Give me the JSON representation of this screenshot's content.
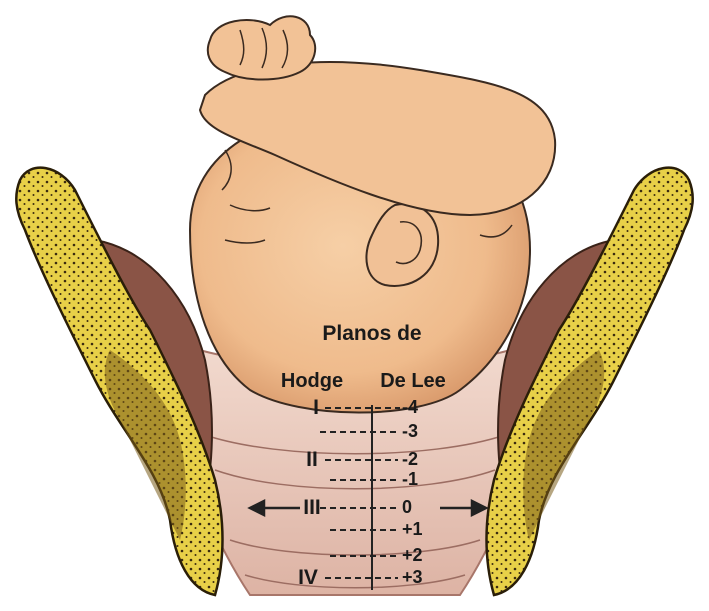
{
  "diagram": {
    "title": "Planos de",
    "left_header": "Hodge",
    "right_header": "De Lee",
    "hodge_planes": [
      "I",
      "II",
      "III",
      "IV"
    ],
    "delee_stations": [
      "-4",
      "-3",
      "-2",
      "-1",
      "0",
      "+1",
      "+2",
      "+3"
    ],
    "colors": {
      "skin": "#f2c296",
      "skin_shadow": "#d99c6e",
      "bone": "#e9d24a",
      "bone_dark": "#7a5c1a",
      "muscle": "#8a5446",
      "pelvic_floor": "#e9c9bd",
      "lines": "#222222"
    }
  }
}
